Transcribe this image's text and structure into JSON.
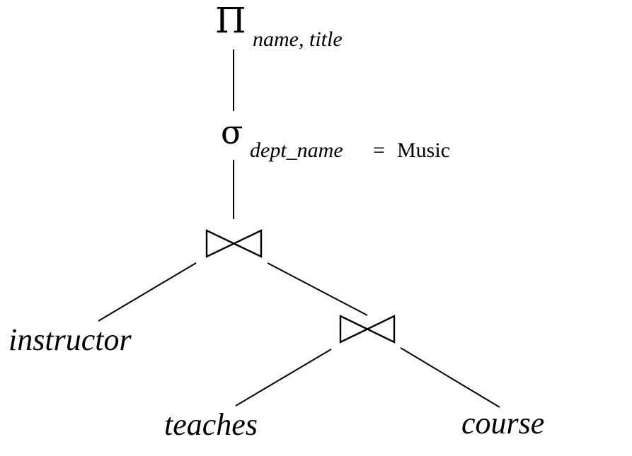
{
  "projection": {
    "symbol": "Π",
    "attributes": "name, title"
  },
  "selection": {
    "symbol": "σ",
    "attribute": "dept_name",
    "operator": "=",
    "value": "Music"
  },
  "joins": [
    {
      "symbol": "⋈"
    },
    {
      "symbol": "⋈"
    }
  ],
  "relations": {
    "left": "instructor",
    "middle": "teaches",
    "right": "course"
  },
  "colors": {
    "ink": "#000000",
    "background": "#ffffff"
  }
}
